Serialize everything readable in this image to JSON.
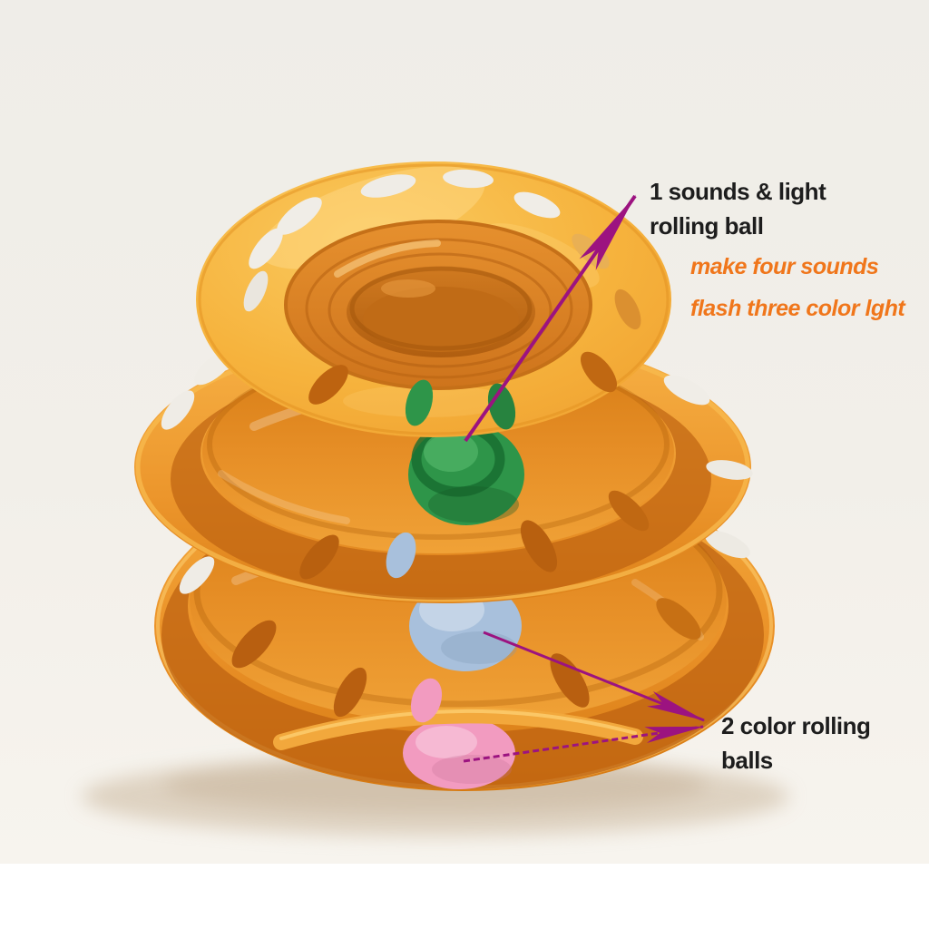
{
  "background": {
    "photo_backdrop": "#F1EEE8",
    "page_white": "#FFFFFF"
  },
  "annotations": {
    "label1_line1": "1 sounds & light",
    "label1_line2": "rolling ball",
    "label1_color": "#1d1d1d",
    "label2_line1": "make four sounds",
    "label2_line2": "flash three color lght",
    "label2_color": "#F0761B",
    "label3_line1": "2 color rolling",
    "label3_line2": "balls",
    "label3_color": "#1d1d1d",
    "arrow_color": "#9C1380"
  },
  "toy": {
    "plastic_bright": "#F9C455",
    "plastic_main": "#F2A435",
    "plastic_deep": "#C9721D",
    "balls": {
      "green": "#2E9549",
      "blue": "#A8C0DC",
      "pink": "#F29BC0"
    }
  }
}
